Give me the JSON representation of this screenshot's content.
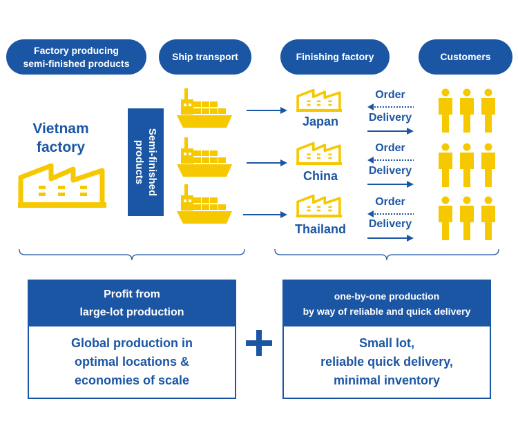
{
  "headers": {
    "factory": "Factory producing\nsemi-finished products",
    "ship": "Ship transport",
    "finishing": "Finishing factory",
    "customers": "Customers"
  },
  "vietnam_label": "Vietnam\nfactory",
  "semi_label": "Semi-finished\nproducts",
  "countries": [
    "Japan",
    "China",
    "Thailand"
  ],
  "order_label": "Order",
  "delivery_label": "Delivery",
  "left_box": {
    "title": "Profit from\nlarge-lot production",
    "body": "Global production in\noptimal locations &\neconomies of scale"
  },
  "right_box": {
    "title": "one-by-one production\nby way of reliable and quick delivery",
    "body": "Small lot,\nreliable quick delivery,\nminimal inventory"
  },
  "plus_sign": "+",
  "colors": {
    "primary": "#1b56a4",
    "accent": "#f5c800"
  },
  "icons": [
    "factory-icon",
    "ship-icon",
    "person-icon",
    "arrow-right-icon",
    "dotted-arrow-left-icon",
    "brace-icon",
    "plus-icon"
  ]
}
